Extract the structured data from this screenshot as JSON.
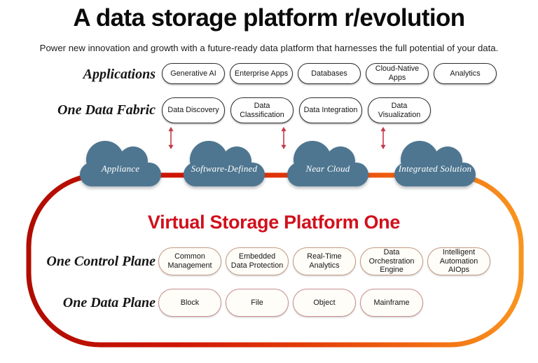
{
  "title": "A data storage platform r/evolution",
  "subtitle": "Power new innovation and growth with a future-ready data platform that harnesses the full potential of your data.",
  "applications": {
    "label": "Applications",
    "items": [
      "Generative AI",
      "Enterprise Apps",
      "Databases",
      "Cloud-Native Apps",
      "Analytics"
    ]
  },
  "data_fabric": {
    "label": "One Data Fabric",
    "items": [
      "Data Discovery",
      "Data Classification",
      "Data Integration",
      "Data Visualization"
    ]
  },
  "clouds": [
    "Appliance",
    "Software-Defined",
    "Near Cloud",
    "Integrated Solution"
  ],
  "platform": {
    "title": "Virtual Storage Platform One"
  },
  "control_plane": {
    "label": "One Control Plane",
    "items": [
      "Common Management",
      "Embedded Data Protection",
      "Real-Time Analytics",
      "Data Orchestration Engine",
      "Intelligent Automation AIOps"
    ]
  },
  "data_plane": {
    "label": "One Data Plane",
    "items": [
      "Block",
      "File",
      "Object",
      "Mainframe"
    ]
  },
  "colors": {
    "loop_gradient_start": "#b00c00",
    "loop_gradient_end": "#f8951f",
    "cloud_fill": "#4e7690",
    "platform_title_red": "#d1101c",
    "arrow_red": "#c23b4a",
    "pill_dark_border": "#2d2d2d",
    "pill_warm_border": "#c49a83",
    "pill_rose_border": "#c68e8e"
  }
}
